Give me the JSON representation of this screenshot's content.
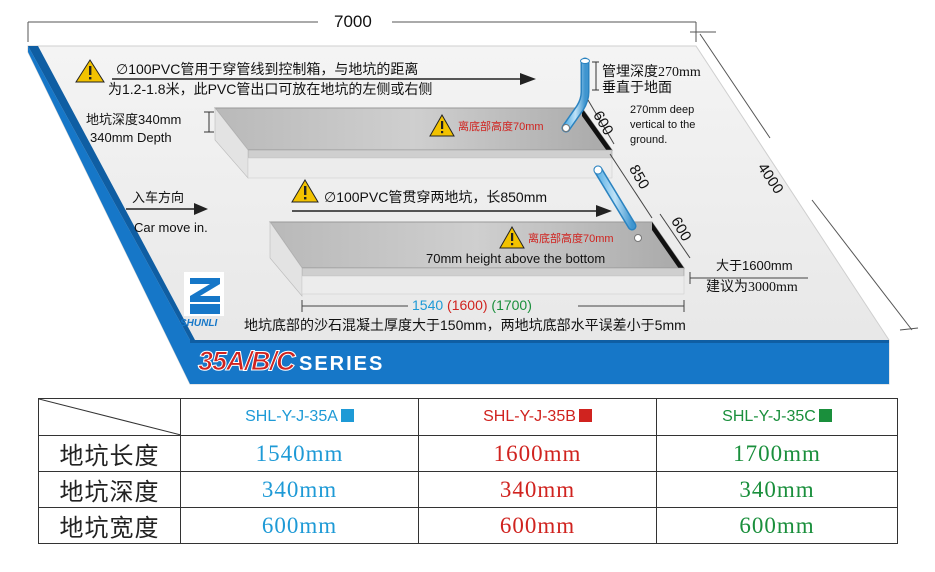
{
  "dims": {
    "total_width": "7000",
    "total_length": "4000",
    "pit_width_top": "600",
    "pit_width_bottom": "600",
    "pit_gap": "850",
    "pit_length_variants": {
      "a": "1540",
      "b": "(1600)",
      "c": "(1700)"
    }
  },
  "notes": {
    "pvc_line1": "∅100PVC管用于穿管线到控制箱，与地坑的距离",
    "pvc_line2": "为1.2-1.8米，此PVC管出口可放在地坑的左侧或右侧",
    "pipe_depth_cn1": "管埋深度270mm",
    "pipe_depth_cn2": "垂直于地面",
    "pipe_depth_en1": "270mm deep",
    "pipe_depth_en2": "vertical to the",
    "pipe_depth_en3": "ground.",
    "pit_depth_cn": "地坑深度340mm",
    "pit_depth_en": "340mm Depth",
    "height_above_bottom_cn": "离底部高度70mm",
    "height_above_bottom_en": "70mm height above the bottom",
    "pvc_through": "∅100PVC管贯穿两地坑，长850mm",
    "car_cn": "入车方向",
    "car_en": "Car move in.",
    "clearance_cn1": "大于1600mm",
    "clearance_cn2": "建议为3000mm",
    "floor_note": "地坑底部的沙石混凝土厚度大于150mm，两地坑底部水平误差小于5mm"
  },
  "brand": {
    "logo_text": "SHUNLI",
    "series_main": "35A/B/C",
    "series_word": "SERIES"
  },
  "colors": {
    "blue": "#1e9ad6",
    "red": "#d0231f",
    "green": "#1a8f3c",
    "band_blue": "#1677c8"
  },
  "table": {
    "models": [
      {
        "name": "SHL-Y-J-35A",
        "color": "#1e9ad6"
      },
      {
        "name": "SHL-Y-J-35B",
        "color": "#d0231f"
      },
      {
        "name": "SHL-Y-J-35C",
        "color": "#1a8f3c"
      }
    ],
    "rows": [
      {
        "label": "地坑长度",
        "values": [
          "1540mm",
          "1600mm",
          "1700mm"
        ]
      },
      {
        "label": "地坑深度",
        "values": [
          "340mm",
          "340mm",
          "340mm"
        ]
      },
      {
        "label": "地坑宽度",
        "values": [
          "600mm",
          "600mm",
          "600mm"
        ]
      }
    ]
  }
}
